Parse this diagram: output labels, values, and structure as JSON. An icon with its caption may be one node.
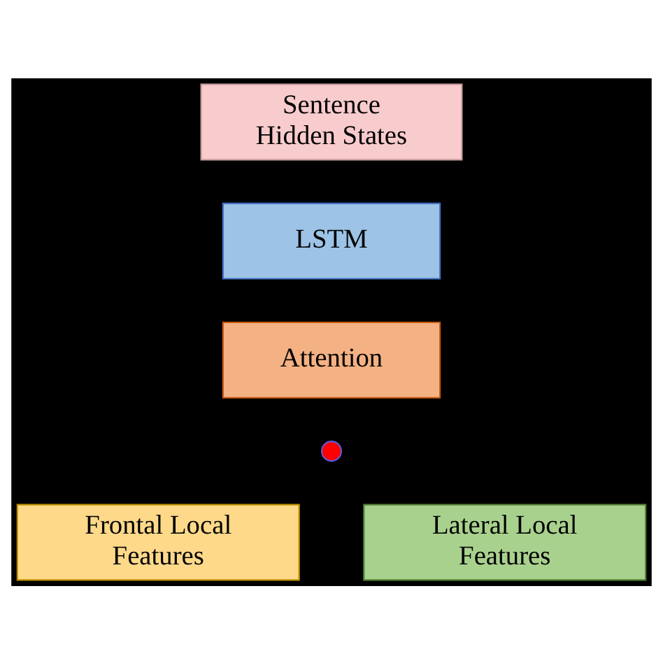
{
  "diagram": {
    "nodes": [
      {
        "text": [
          "Sentence Hidden States"
        ]
      },
      {
        "text": [
          "LSTM"
        ]
      },
      {
        "text": [
          "Attention"
        ]
      },
      {
        "text": [],
        "shape": "circle"
      },
      {
        "text": [
          "Frontal Local Features"
        ]
      },
      {
        "text": [
          "Lateral Local Features"
        ]
      }
    ]
  }
}
